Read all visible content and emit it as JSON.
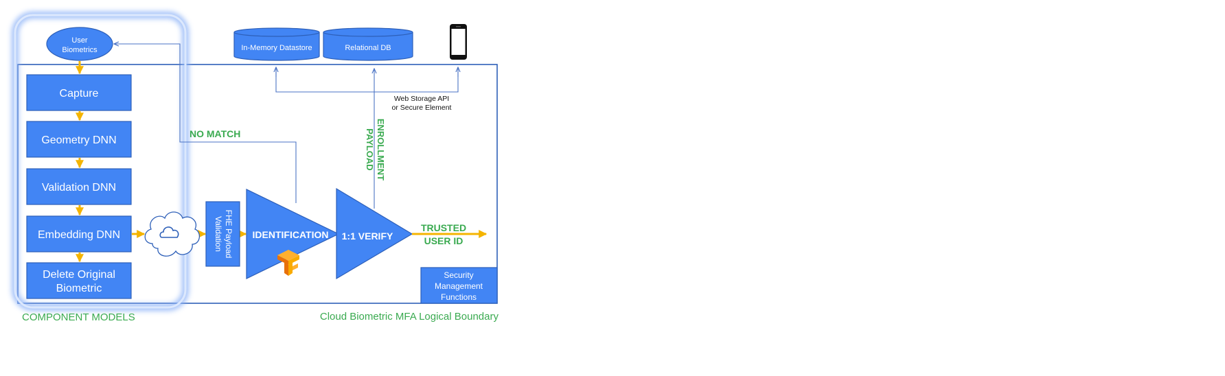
{
  "nodes": {
    "user_biometrics": [
      "User",
      "Biometrics"
    ],
    "capture": "Capture",
    "geometry": "Geometry DNN",
    "validation": "Validation DNN",
    "embedding": "Embedding DNN",
    "delete": [
      "Delete Original",
      "Biometric"
    ],
    "fhe": [
      "FHE Payload",
      "Validation"
    ],
    "identification": "IDENTIFICATION",
    "verify": "1:1 VERIFY",
    "in_memory": "In-Memory Datastore",
    "relational": "Relational DB",
    "security": [
      "Security",
      "Management",
      "Functions"
    ]
  },
  "labels": {
    "no_match": "NO MATCH",
    "enrollment": [
      "ENROLLMENT",
      "PAYLOAD"
    ],
    "web_storage": [
      "Web Storage API",
      "or Secure Element"
    ],
    "trusted": [
      "TRUSTED",
      "USER ID"
    ],
    "component_models": "COMPONENT MODELS",
    "boundary": "Cloud Biometric MFA Logical Boundary"
  },
  "icons": [
    "cloud-icon",
    "smartphone-icon",
    "tensorflow-logo-icon"
  ],
  "colors": {
    "block": "#4285f4",
    "arrow_gold": "#f4b400",
    "label_green": "#3aaa50",
    "glow": "#8fb4f7"
  }
}
